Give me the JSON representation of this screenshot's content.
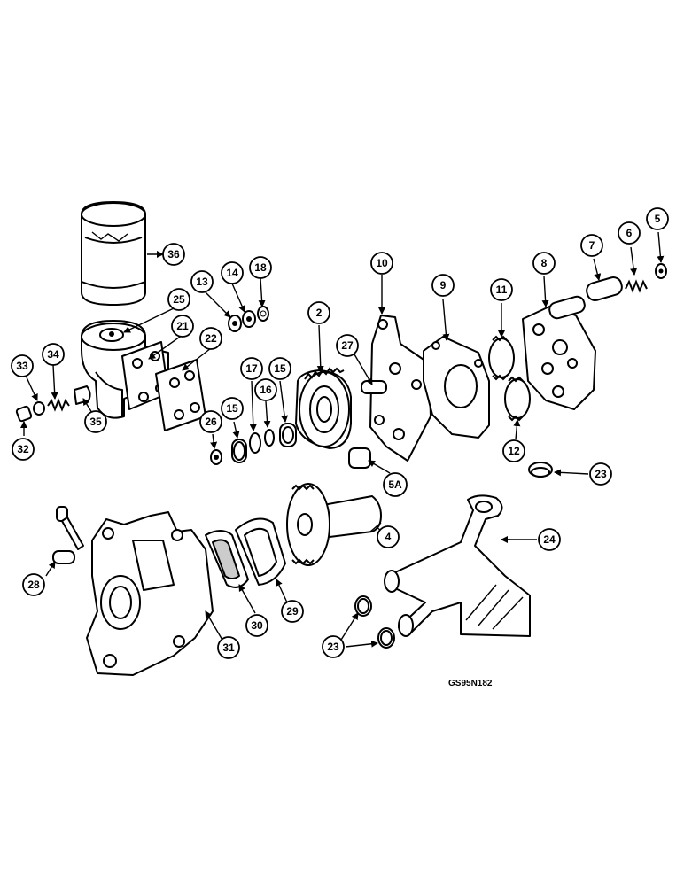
{
  "drawing_code": "GS95N182",
  "callouts": {
    "c36": "36",
    "c13": "13",
    "c14": "14",
    "c18": "18",
    "c25": "25",
    "c21": "21",
    "c22": "22",
    "c33": "33",
    "c34": "34",
    "c35": "35",
    "c32": "32",
    "c2": "2",
    "c17": "17",
    "c16": "16",
    "c15a": "15",
    "c15b": "15",
    "c26": "26",
    "c10": "10",
    "c27": "27",
    "c5a": "5A",
    "c9": "9",
    "c11": "11",
    "c12": "12",
    "c8": "8",
    "c7": "7",
    "c6": "6",
    "c5": "5",
    "c23a": "23",
    "c4": "4",
    "c24": "24",
    "c23b": "23",
    "c28": "28",
    "c30": "30",
    "c29": "29",
    "c31": "31"
  },
  "arrow_marker_name": "arrowhead"
}
